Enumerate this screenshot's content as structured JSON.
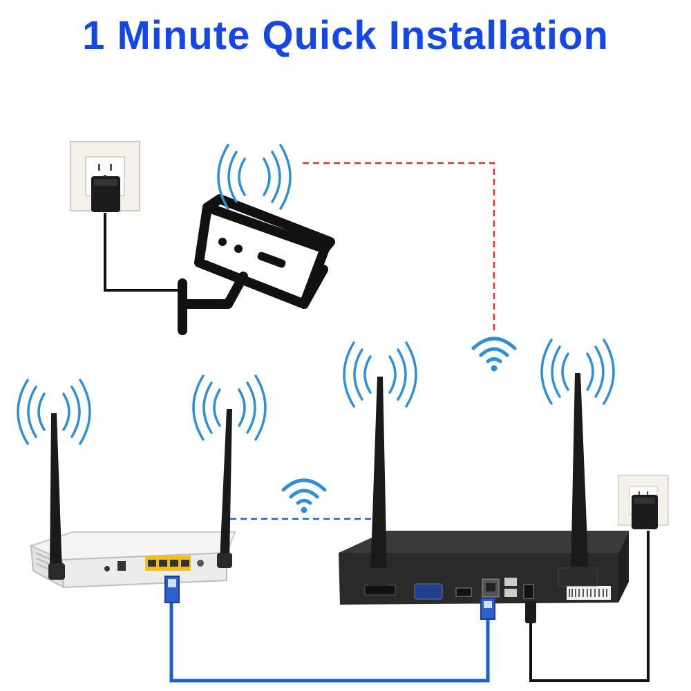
{
  "title": "1 Minute Quick Installation",
  "colors": {
    "title": "#1547e6",
    "wifi_waves": "#2f8fd6",
    "wireless_link": "#e0302a",
    "network_link": "#1b63c9",
    "lan_cable": "#1b63c9",
    "power_cable": "#111111",
    "nvr_body": "#2a2a2a",
    "router_body": "#ececec",
    "router_ports": "#f2c01e"
  },
  "devices": {
    "camera": {
      "icon": "security-camera-icon",
      "power": "wall-socket-with-adapter"
    },
    "router": {
      "icon": "wifi-router-icon",
      "antennas": 2
    },
    "nvr": {
      "icon": "nvr-recorder-icon",
      "antennas": 2,
      "power": "wall-socket-with-adapter"
    }
  },
  "connections": [
    {
      "from": "camera",
      "to": "nvr",
      "type": "wireless",
      "style": "dashed"
    },
    {
      "from": "router",
      "to": "nvr",
      "type": "wireless",
      "style": "dashed"
    },
    {
      "from": "router",
      "to": "nvr",
      "type": "ethernet-cable",
      "style": "solid"
    }
  ]
}
